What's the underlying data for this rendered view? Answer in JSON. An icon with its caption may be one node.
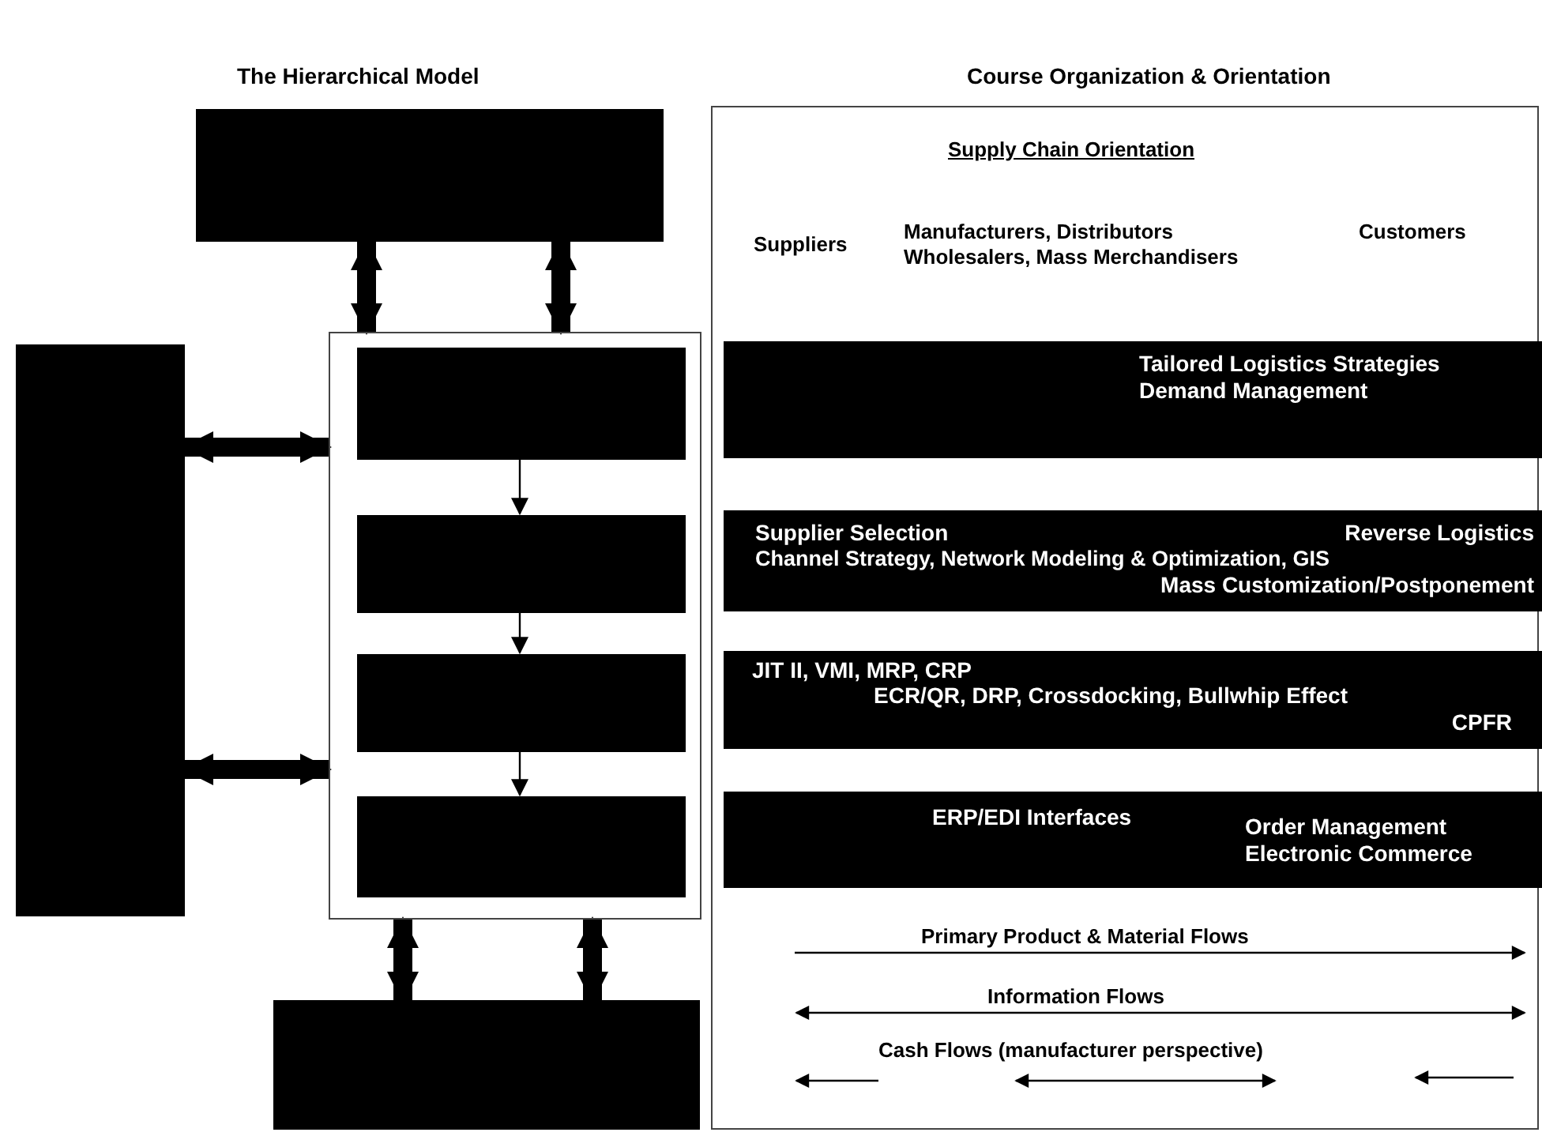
{
  "diagram": {
    "nodes": [
      {
        "text": [],
        "shape": "box"
      },
      {
        "text": [],
        "shape": "box"
      },
      {
        "text": [],
        "shape": "box",
        "in": 1
      },
      {
        "text": [],
        "shape": "box",
        "in": 1
      },
      {
        "text": [],
        "shape": "box",
        "in": 1
      },
      {
        "text": [],
        "shape": "box",
        "in": 1
      },
      {
        "text": [],
        "shape": "box"
      },
      {
        "text": [],
        "shape": "box"
      },
      {
        "text": [
          "Supply Chain Orientation"
        ]
      },
      {
        "text": [
          "Tailored Logistics Strategies Demand Management"
        ],
        "in": 8
      },
      {
        "text": [
          "Supplier Selection",
          "Reverse Logistics",
          "Channel Strategy, Network Modeling & Optimization, GIS",
          "Mass Customization/Postponement"
        ],
        "in": 8
      },
      {
        "text": [
          "JIT II, VMI, MRP, CRP",
          "ECR/QR, DRP, Crossdocking, Bullwhip Effect",
          "CPFR"
        ],
        "in": 8
      },
      {
        "text": [
          "ERP/EDI Interfaces",
          "Order Management Electronic Commerce"
        ],
        "in": 8
      }
    ],
    "edges": [
      {
        "from": 0,
        "to": 1,
        "arrow": "both"
      },
      {
        "from": 0,
        "to": 1,
        "arrow": "both"
      },
      {
        "from": 6,
        "to": 1,
        "arrow": "both"
      },
      {
        "from": 6,
        "to": 1,
        "arrow": "both"
      },
      {
        "from": 2,
        "to": 3,
        "arrow": "to"
      },
      {
        "from": 3,
        "to": 4,
        "arrow": "to"
      },
      {
        "from": 4,
        "to": 5,
        "arrow": "to"
      },
      {
        "from": 1,
        "to": 7,
        "arrow": "both"
      },
      {
        "from": 1,
        "to": 7,
        "arrow": "both"
      }
    ],
    "labels": [
      "The Hierarchical Model",
      "Course Organization & Orientation",
      "Suppliers",
      "Manufacturers, Distributors Wholesalers, Mass Merchandisers",
      "Customers",
      "Primary Product & Material Flows",
      "Information Flows",
      "Cash Flows (manufacturer perspective)"
    ]
  }
}
